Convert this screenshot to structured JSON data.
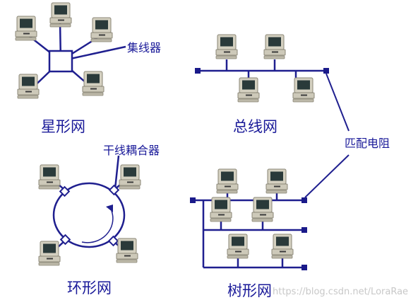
{
  "labels": {
    "star_title": "星形网",
    "hub_label": "集线器",
    "bus_title": "总线网",
    "terminator_label": "匹配电阻",
    "ring_coupler_label": "干线耦合器",
    "ring_title": "环形网",
    "tree_title": "树形网"
  },
  "watermark": "https://blog.csdn.net/LoraRae",
  "colors": {
    "line": "#1f1f8f",
    "label": "#1a1a99",
    "terminator": "#1a1a8a",
    "computer_body": "#d4d0c0",
    "computer_screen": "#2a3a3a",
    "watermark": "#c8c8c8"
  }
}
